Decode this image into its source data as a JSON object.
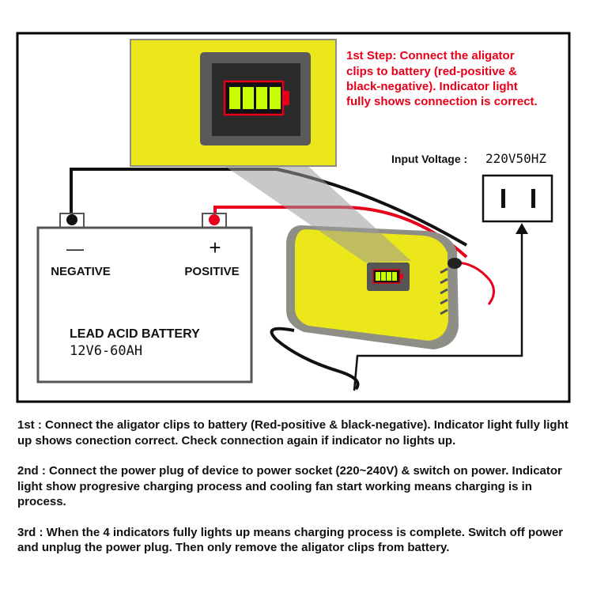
{
  "callout": {
    "text": [
      "1st Step: Connect the aligator",
      "clips to battery (red-positive &",
      "black-negative). Indicator light",
      "fully shows connection is correct."
    ],
    "color": "#e8001a"
  },
  "input_voltage": {
    "label": "Input Voltage :",
    "value": "220V50HZ"
  },
  "battery": {
    "negative_symbol": "—",
    "positive_symbol": "+",
    "negative_label": "NEGATIVE",
    "positive_label": "POSITIVE",
    "title": "LEAD ACID BATTERY",
    "rating": "12V6-60AH"
  },
  "colors": {
    "charger_yellow": "#ece71a",
    "charger_grey": "#8e8e86",
    "wire_red": "#e8001a",
    "indicator_green": "#c8ff00"
  },
  "indicator_bars": 4,
  "steps": [
    "1st : Connect the aligator clips to battery (Red-positive & black-negative). Indicator light fully light up shows conection correct. Check connection again if indicator no lights up.",
    "2nd : Connect the power plug of device to power socket (220~240V) & switch on power. Indicator light show progresive charging process and cooling fan start working means charging is in process.",
    "3rd : When the 4 indicators fully lights up means charging process is complete. Switch off power and unplug the power plug. Then only remove the aligator clips from battery."
  ]
}
